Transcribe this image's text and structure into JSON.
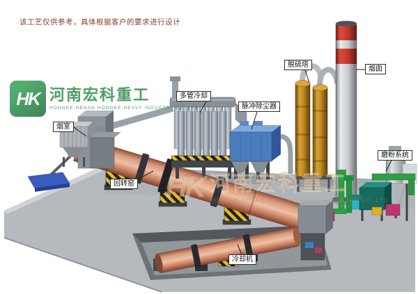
{
  "disclaimer": "该工艺仅供参考，具体根据客户的要求进行设计",
  "brand": {
    "logo_text": "HK",
    "company_cn": "河南宏科重工",
    "company_en": "HONGKE HENAN HONGKE HEAVY INDUSTRY CO.,LTD",
    "watermark_en": "HONGKE HENAN HONGKE HEAVY INDUSTRY CO.,LTD",
    "green": "#2f8c47"
  },
  "labels": [
    {
      "name": "smoke-chamber",
      "text": "烟室"
    },
    {
      "name": "rotary-kiln",
      "text": "回转窑"
    },
    {
      "name": "multi-tube-cooler",
      "text": "多管冷却"
    },
    {
      "name": "pulse-dust-collector",
      "text": "脉冲除尘器"
    },
    {
      "name": "desulfurization-tower",
      "text": "脱硫塔"
    },
    {
      "name": "chimney",
      "text": "烟囱"
    },
    {
      "name": "grinding-system",
      "text": "磨粉系统"
    },
    {
      "name": "cooling-machine",
      "text": "冷却机"
    }
  ],
  "colors": {
    "kiln_salmon": "#d89a7d",
    "dust_collector_blue": "#4b7dbd",
    "tower_orange": "#c08a24",
    "chimney_red": "#bf382b",
    "hazard_yellow": "#e3b92a",
    "floor_gray": "#b6babe",
    "machine_teal": "#176a5d",
    "pipe_green": "#2f9e45",
    "accent_magenta": "#bf3373",
    "platform_blue": "#3a5cc0"
  }
}
